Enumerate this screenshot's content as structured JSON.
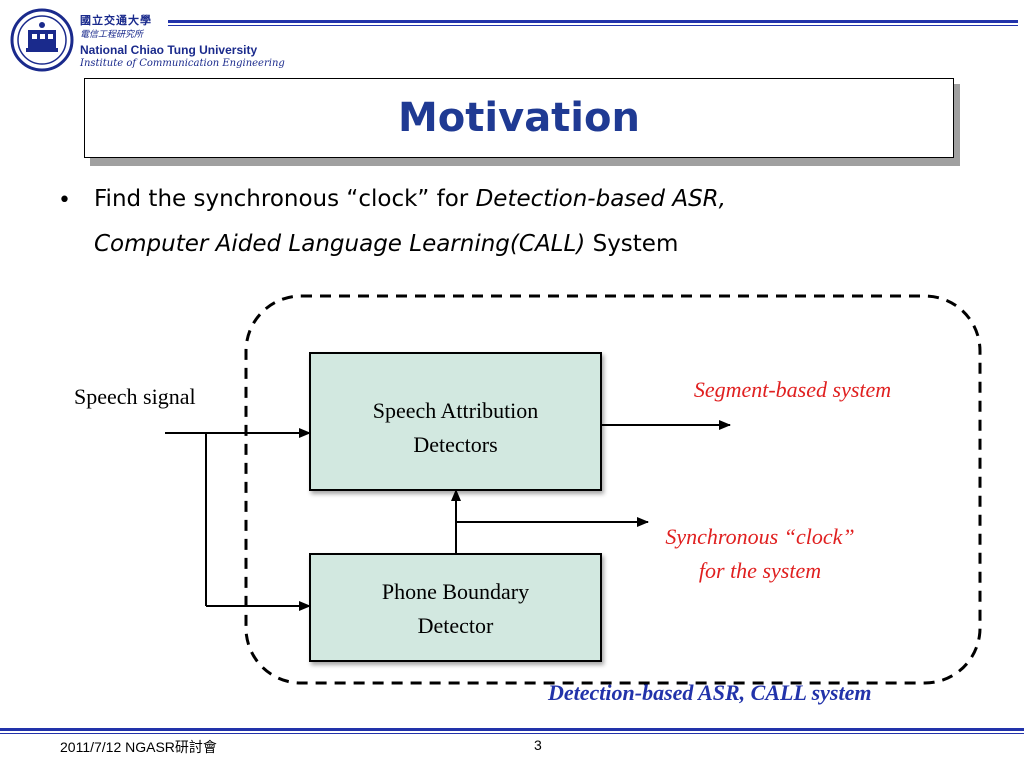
{
  "header": {
    "university_cn": "國立交通大學",
    "institute_cn": "電信工程研究所",
    "university_en": "National Chiao Tung University",
    "institute_en": "Institute of Communication Engineering",
    "logo_icon": "university-seal-icon"
  },
  "title": "Motivation",
  "bullet": {
    "part1": "Find the synchronous “clock” for ",
    "part2_italic": "Detection-based ASR,",
    "part3_italic": "Computer Aided Language Learning(CALL)",
    "part4": " System"
  },
  "diagram": {
    "input_label": "Speech signal",
    "box1": {
      "line1": "Speech Attribution",
      "line2": "Detectors"
    },
    "box2": {
      "line1": "Phone Boundary",
      "line2": "Detector"
    },
    "output1": "Segment-based system",
    "output2": {
      "line1": "Synchronous “clock”",
      "line2": "for the system"
    },
    "system_label": "Detection-based ASR, CALL system",
    "box_fill": "#d2e8e0",
    "output_color": "#e02020",
    "system_color": "#2233aa"
  },
  "footer": {
    "date_event": "2011/7/12 NGASR研討會",
    "page_number": "3"
  }
}
